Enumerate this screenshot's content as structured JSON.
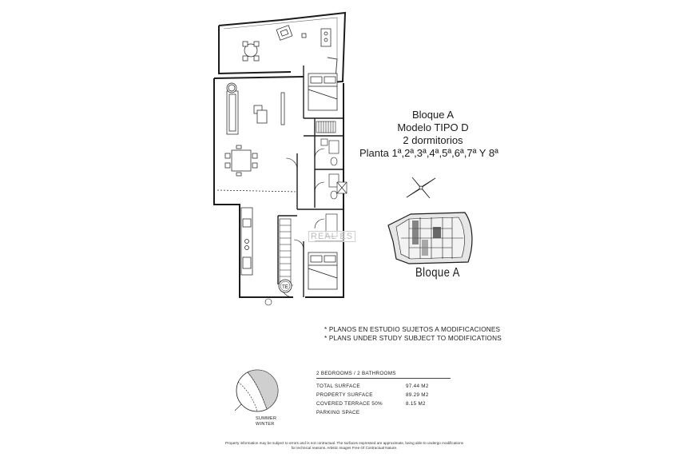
{
  "plan": {
    "title": {
      "bloque": "Bloque A",
      "modelo": "Modelo TIPO D",
      "dormitorios": "2 dormitorios",
      "planta": "Planta 1ª,2ª,3ª,4ª,5ª,6ª,7ª Y 8ª"
    },
    "watermark": "REAL ES",
    "te_label": "TE",
    "key_plan_label": "Bloque A",
    "notes": [
      "* PLANOS EN ESTUDIO SUJETOS A MODIFICACIONES",
      "* PLANS UNDER STUDY SUBJECT TO MODIFICATIONS"
    ],
    "surfaces": {
      "header": "2 BEDROOMS / 2 BATHROOMS",
      "rows": [
        {
          "label": "TOTAL SURFACE",
          "value": "97.44 M2"
        },
        {
          "label": "PROPERTY SURFACE",
          "value": "89.29 M2"
        },
        {
          "label": "COVERED TERRACE 50%",
          "value": "8.15 M2"
        },
        {
          "label": "PARKING SPACE",
          "value": ""
        }
      ]
    },
    "season": {
      "summer": "SUMMER",
      "winter": "WINTER"
    },
    "disclaimer": "Property information may be subject to errors and is not contractual. The surfaces expressed are approximate, being able to undergo modifications for technical reasons. Artistic Images Free Of Contractual Nature."
  }
}
